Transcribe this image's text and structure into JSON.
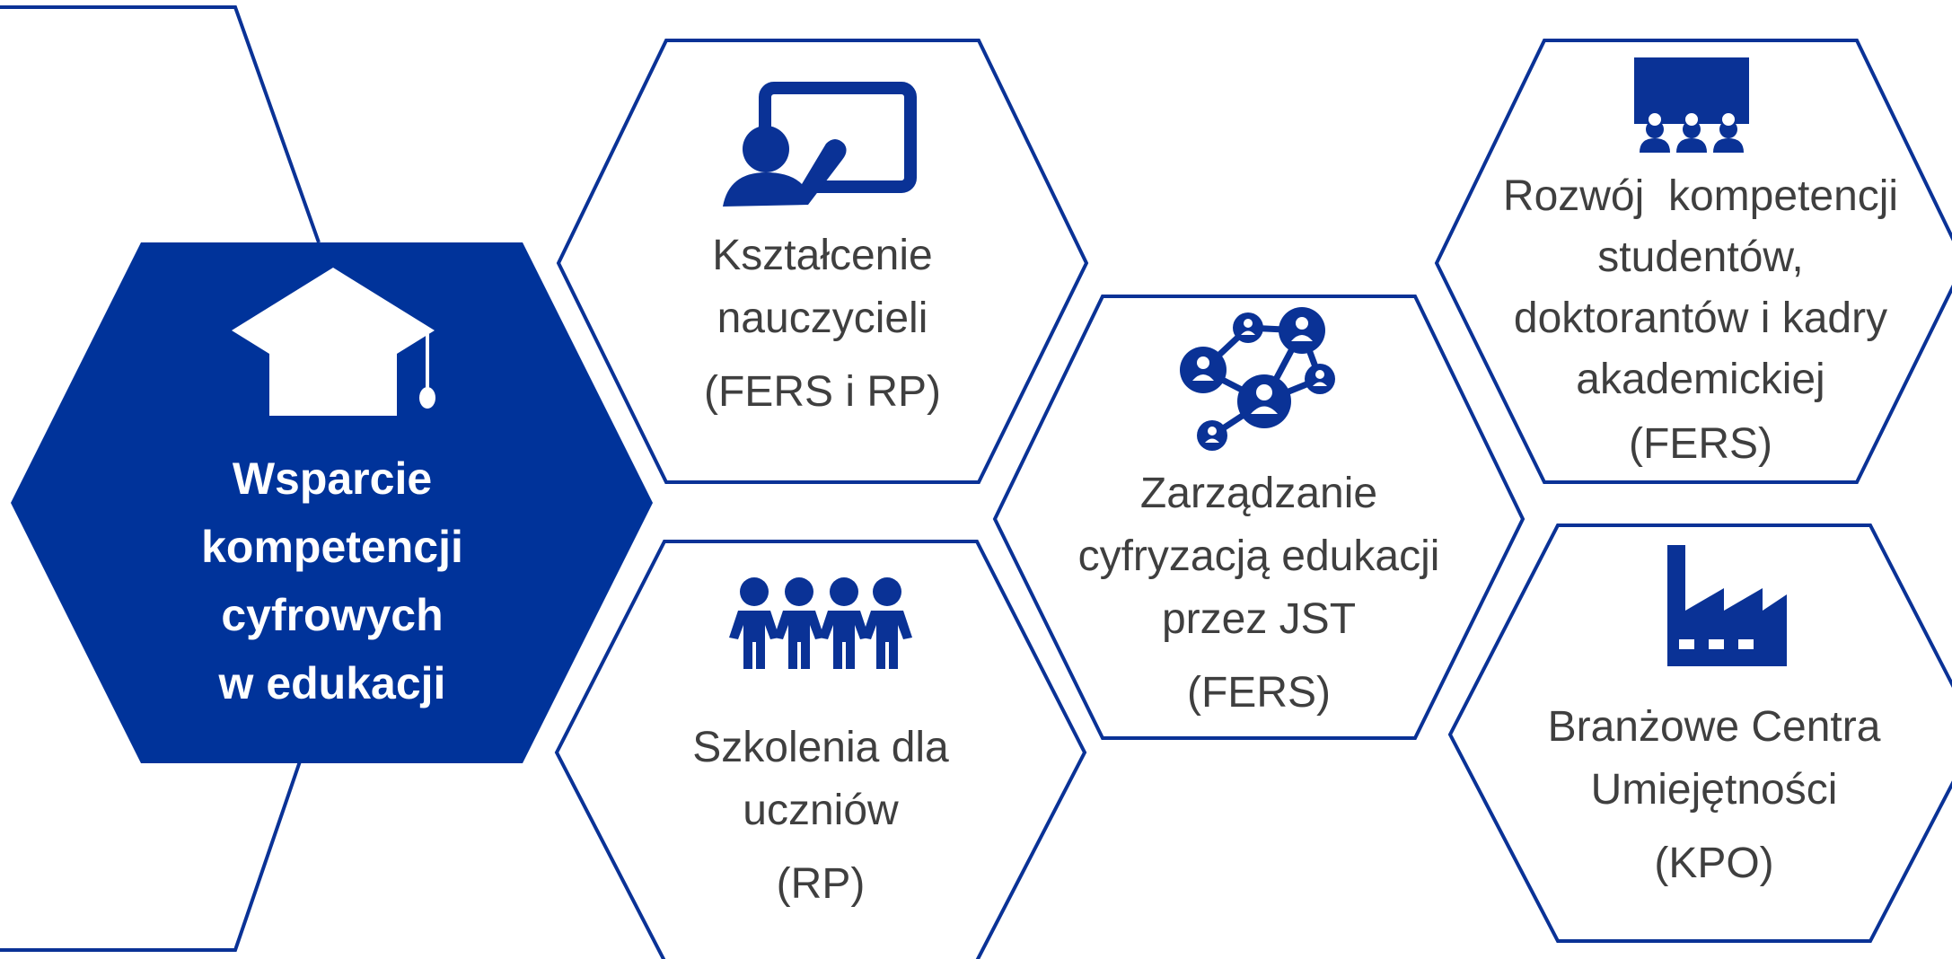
{
  "colors": {
    "primary": "#00339a",
    "outline": "#0a3296",
    "text": "#3f3f3f"
  },
  "center": {
    "lines": [
      "Wsparcie",
      "kompetencji",
      "cyfrowych",
      "w edukacji"
    ],
    "icon": "graduation-cap-icon"
  },
  "hexagons": {
    "teachers": {
      "lines": [
        "Kształcenie",
        "nauczycieli"
      ],
      "tag": "(FERS i RP)",
      "icon": "teacher-board-icon"
    },
    "students_training": {
      "lines": [
        "Szkolenia dla",
        "uczniów"
      ],
      "tag": "(RP)",
      "icon": "children-group-icon"
    },
    "jst": {
      "lines": [
        "Zarządzanie",
        "cyfryzacją edukacji",
        "przez JST"
      ],
      "tag": "(FERS)",
      "icon": "people-network-icon"
    },
    "academic": {
      "lines": [
        "Rozwój  kompetencji",
        "studentów,",
        "doktorantów i kadry",
        "akademickiej"
      ],
      "tag": "(FERS)",
      "icon": "audience-screen-icon"
    },
    "skills_centers": {
      "lines": [
        "Branżowe Centra",
        "Umiejętności"
      ],
      "tag": "(KPO)",
      "icon": "factory-icon"
    }
  }
}
